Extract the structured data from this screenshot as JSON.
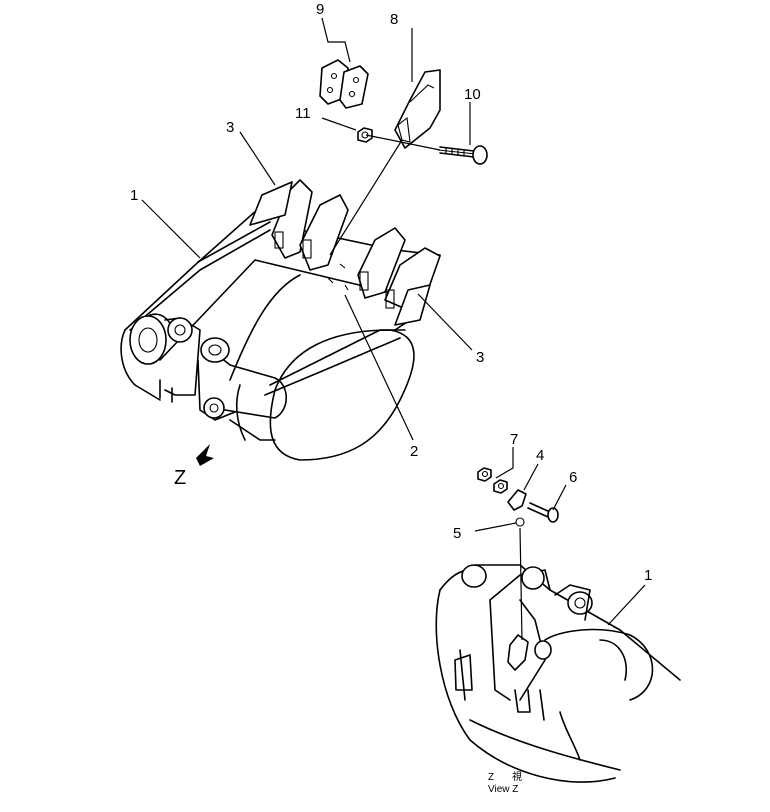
{
  "callouts": {
    "c1a": "1",
    "c1b": "1",
    "c2": "2",
    "c3a": "3",
    "c3b": "3",
    "c4": "4",
    "c5": "5",
    "c6": "6",
    "c7": "7",
    "c8": "8",
    "c9": "9",
    "c10": "10",
    "c11": "11"
  },
  "view_marker": "Z",
  "caption": {
    "line1_letter": "Z",
    "line1_kanji": "視",
    "line2": "View Z"
  }
}
